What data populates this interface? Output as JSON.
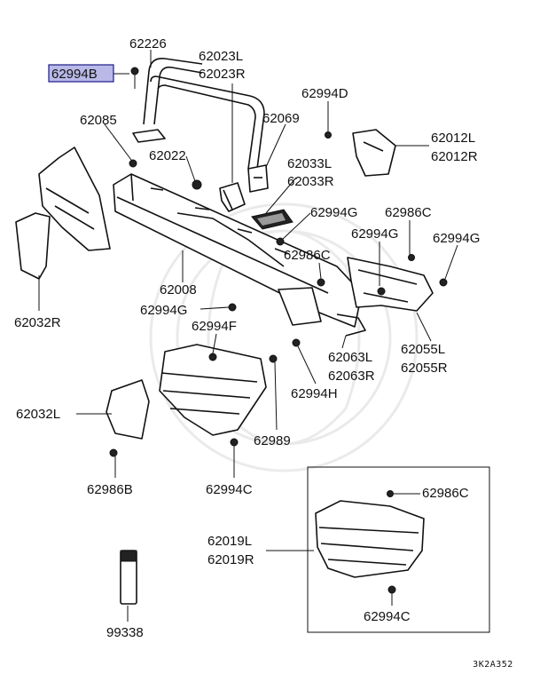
{
  "diagram_code": "3K2A352",
  "highlighted_part": "62994B",
  "labels": {
    "p62226": "62226",
    "p62994B": "62994B",
    "p62023L": "62023L",
    "p62023R": "62023R",
    "p62994D": "62994D",
    "p62085": "62085",
    "p62069": "62069",
    "p62012L": "62012L",
    "p62012R": "62012R",
    "p62022": "62022",
    "p62033L": "62033L",
    "p62033R": "62033R",
    "p62994G_a": "62994G",
    "p62986C_a": "62986C",
    "p62994G_b": "62994G",
    "p62994G_c": "62994G",
    "p62986C_b": "62986C",
    "p62032R": "62032R",
    "p62008": "62008",
    "p62994G_d": "62994G",
    "p62994F": "62994F",
    "p62055L": "62055L",
    "p62055R": "62055R",
    "p62063L": "62063L",
    "p62063R": "62063R",
    "p62994H": "62994H",
    "p62032L": "62032L",
    "p62989": "62989",
    "p62986B": "62986B",
    "p62994C_a": "62994C",
    "p62986C_c": "62986C",
    "p62019L": "62019L",
    "p62019R": "62019R",
    "p99338": "99338",
    "p62994C_b": "62994C"
  }
}
